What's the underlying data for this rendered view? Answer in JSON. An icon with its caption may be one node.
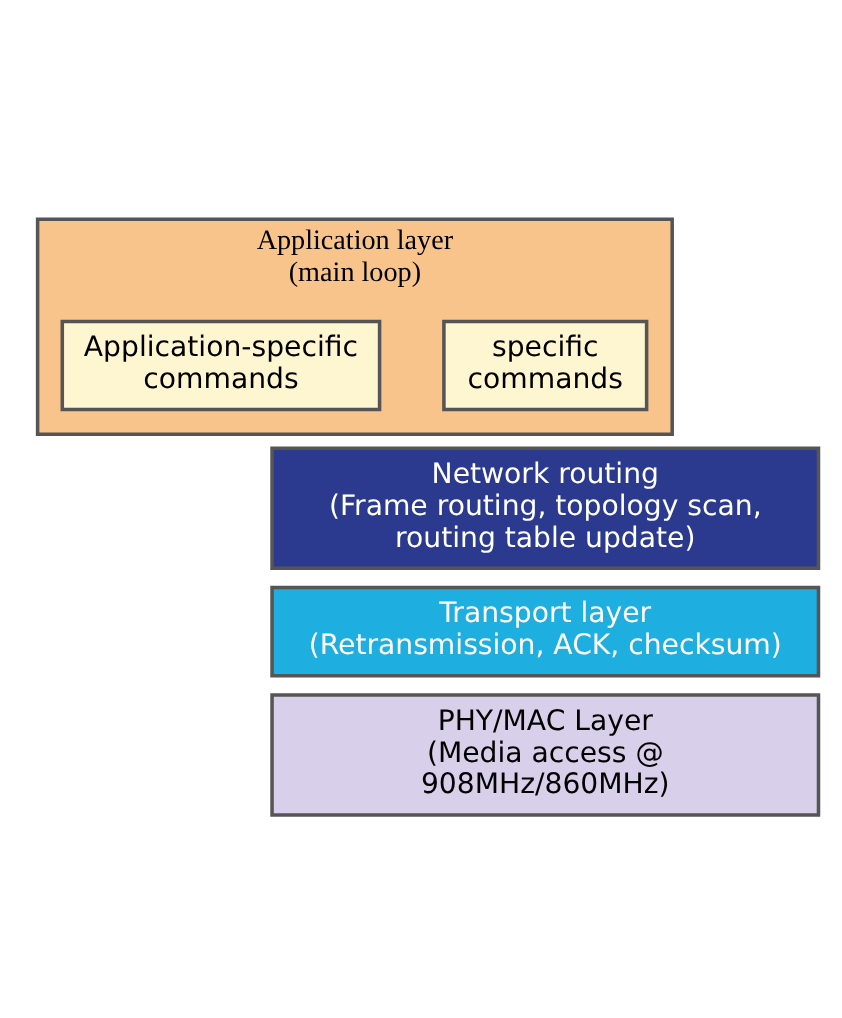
{
  "diagram": {
    "nodes": [
      {
        "text": [
          "Application layer",
          "(main loop)"
        ]
      },
      {
        "text": [
          "specific commands"
        ],
        "in": 0
      },
      {
        "text": [
          "Application-specific commands"
        ],
        "in": 0
      },
      {
        "text": [
          "Network routing",
          "(Frame routing, topology scan, routing table update)"
        ]
      },
      {
        "text": [
          "Transport layer",
          "(Retransmission, ACK, checksum)"
        ]
      },
      {
        "text": [
          "PHY/MAC Layer",
          "(Media access @ 908MHz/860MHz)"
        ]
      }
    ]
  }
}
